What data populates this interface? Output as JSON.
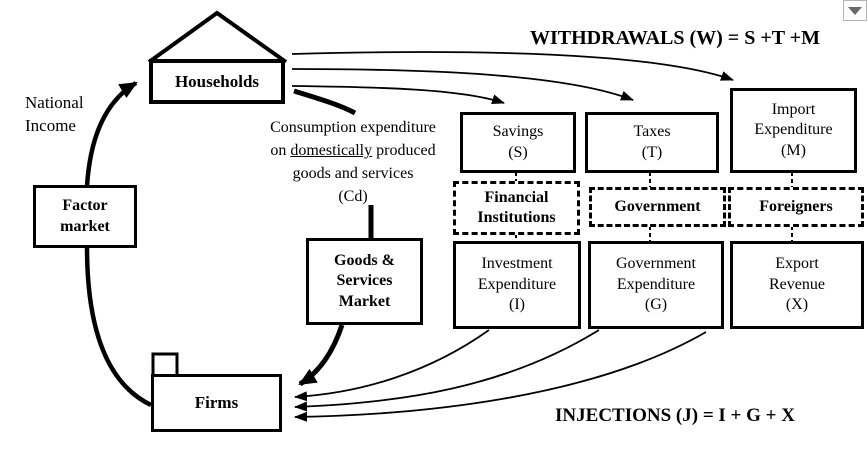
{
  "titles": {
    "withdrawals": "WITHDRAWALS (W) = S +T +M",
    "injections": "INJECTIONS (J) = I + G + X"
  },
  "labels": {
    "national_income": "National\nIncome",
    "consumption": {
      "line1": "Consumption expenditure",
      "line2_prefix": "on ",
      "line2_underlined": "domestically",
      "line2_suffix": " produced",
      "line3": "goods and services",
      "line4": "(Cd)"
    }
  },
  "nodes": {
    "households": "Households",
    "factor_market": "Factor\nmarket",
    "goods_services_market": "Goods &\nServices\nMarket",
    "firms": "Firms",
    "savings": "Savings\n(S)",
    "taxes": "Taxes\n(T)",
    "import_expenditure": "Import\nExpenditure\n(M)",
    "financial_institutions": "Financial\nInstitutions",
    "government": "Government",
    "foreigners": "Foreigners",
    "investment_expenditure": "Investment\nExpenditure\n(I)",
    "government_expenditure": "Government\nExpenditure\n(G)",
    "export_revenue": "Export\nRevenue\n(X)"
  },
  "icons": {
    "dropdown": "dropdown-arrow-icon",
    "house_roof": "house-roof-icon",
    "chimney": "chimney-icon"
  },
  "colors": {
    "line": "#000000",
    "background": "#ffffff",
    "dropdown_triangle": "#696969",
    "dropdown_border": "#b5b5b5"
  }
}
